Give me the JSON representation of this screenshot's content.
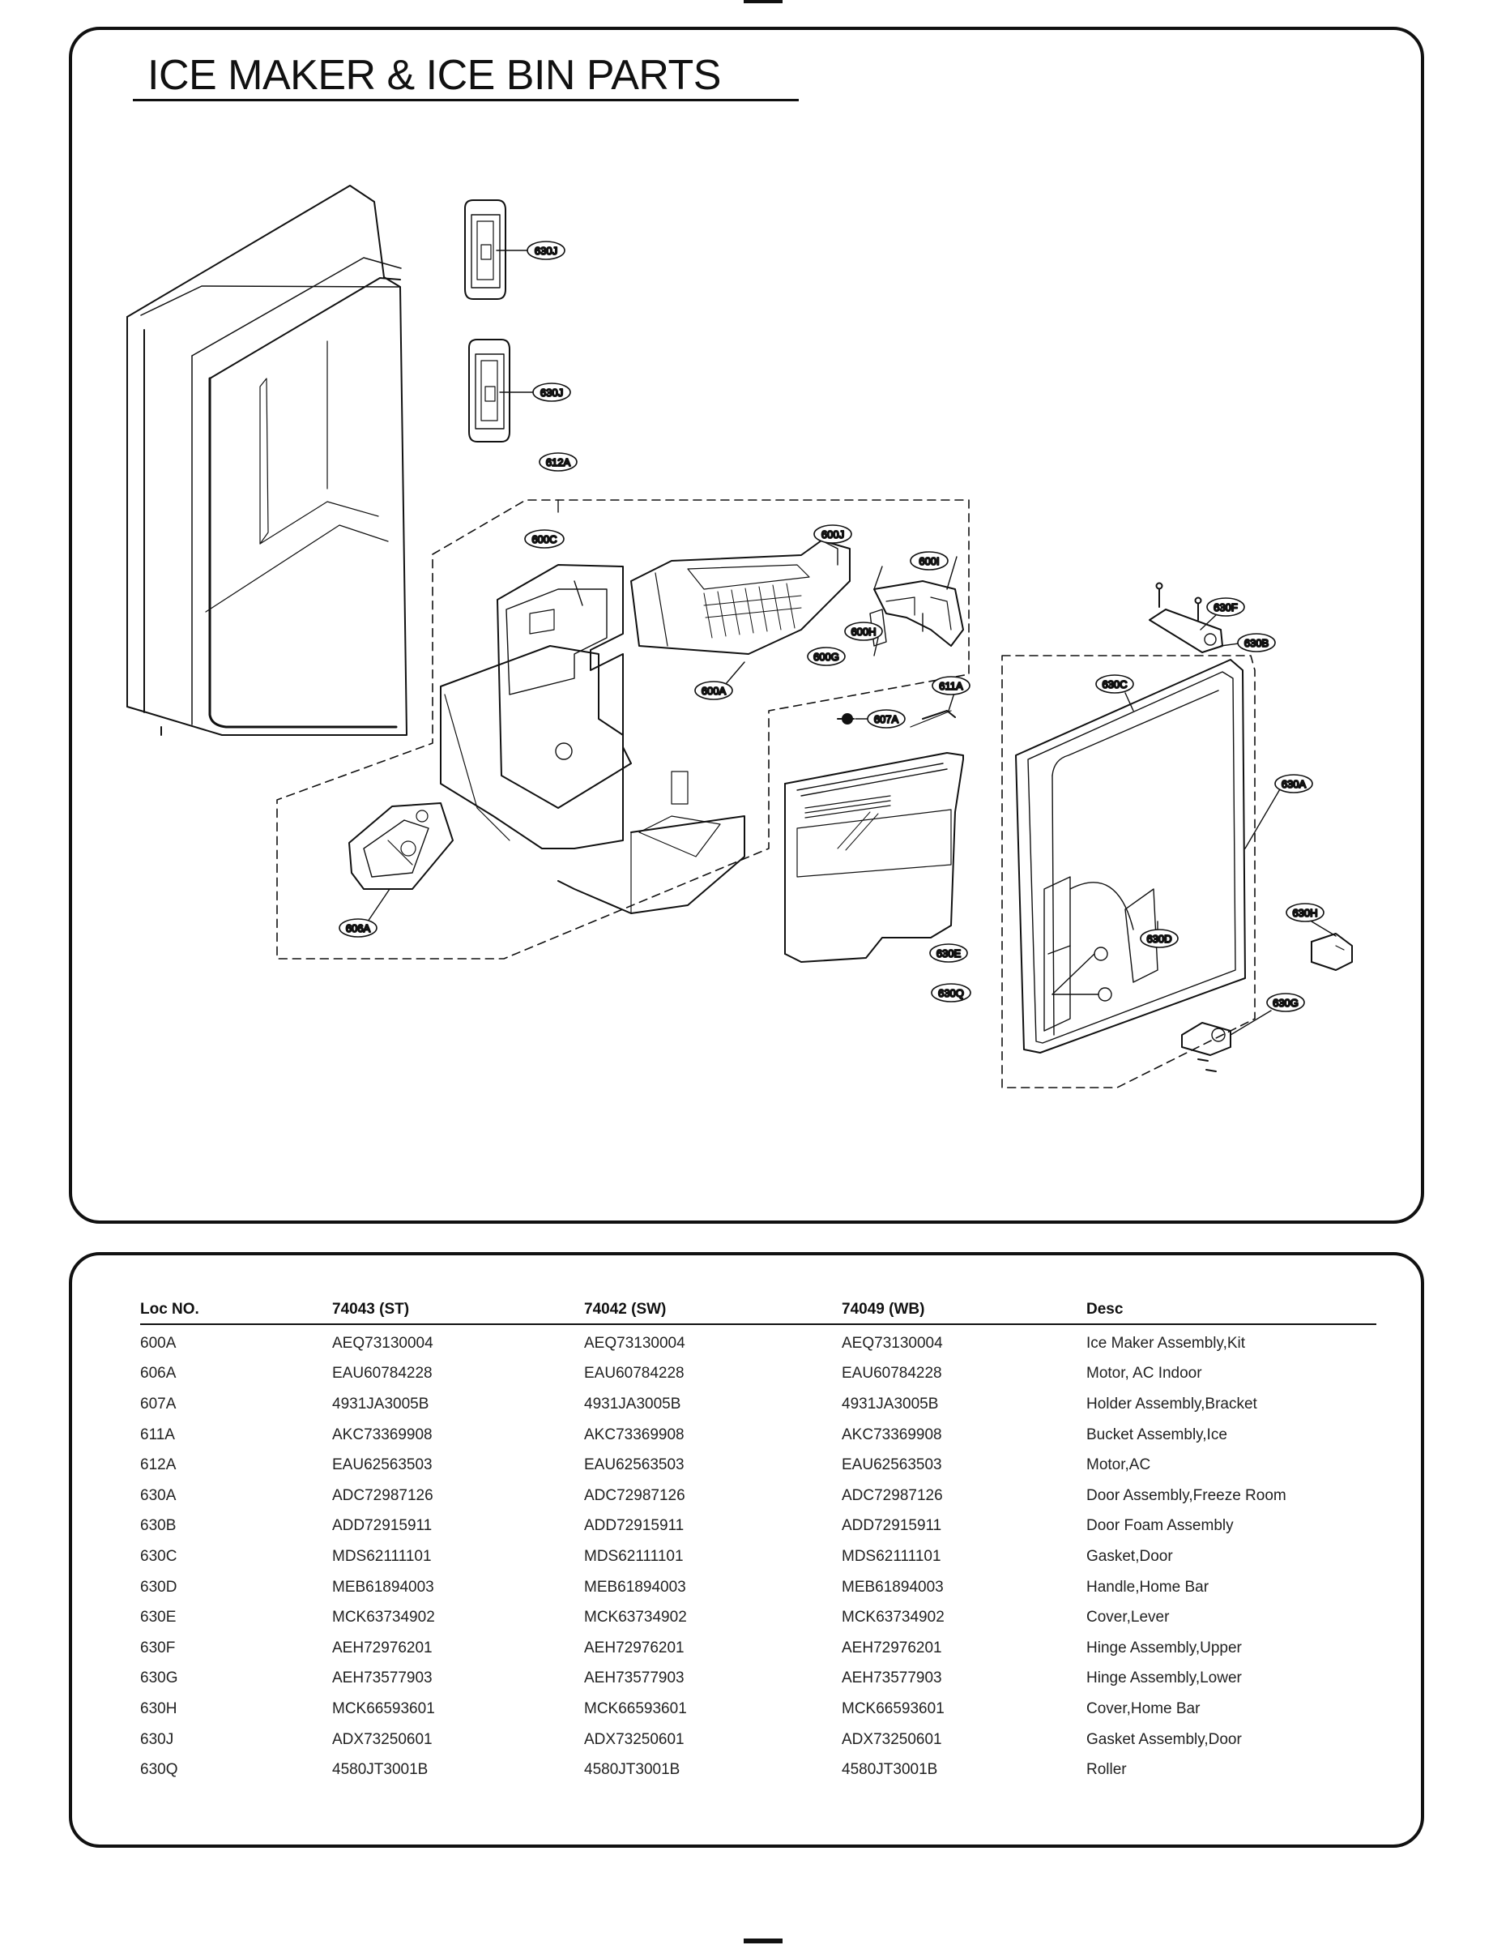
{
  "title": "ICE MAKER & ICE BIN PARTS",
  "callouts": [
    "630J",
    "630J",
    "612A",
    "600C",
    "600J",
    "600I",
    "600H",
    "600G",
    "600A",
    "611A",
    "607A",
    "606A",
    "630F",
    "630B",
    "630C",
    "630A",
    "630H",
    "630D",
    "630E",
    "630Q",
    "630G"
  ],
  "table": {
    "headers": [
      "Loc NO.",
      "74043 (ST)",
      "74042 (SW)",
      "74049 (WB)",
      "Desc"
    ],
    "rows": [
      [
        "600A",
        "AEQ73130004",
        "AEQ73130004",
        "AEQ73130004",
        "Ice Maker Assembly,Kit"
      ],
      [
        "606A",
        "EAU60784228",
        "EAU60784228",
        "EAU60784228",
        "Motor, AC Indoor"
      ],
      [
        "607A",
        "4931JA3005B",
        "4931JA3005B",
        "4931JA3005B",
        "Holder Assembly,Bracket"
      ],
      [
        "611A",
        "AKC73369908",
        "AKC73369908",
        "AKC73369908",
        "Bucket Assembly,Ice"
      ],
      [
        "612A",
        "EAU62563503",
        "EAU62563503",
        "EAU62563503",
        "Motor,AC"
      ],
      [
        "630A",
        "ADC72987126",
        "ADC72987126",
        "ADC72987126",
        "Door Assembly,Freeze Room"
      ],
      [
        "630B",
        "ADD72915911",
        "ADD72915911",
        "ADD72915911",
        "Door Foam Assembly"
      ],
      [
        "630C",
        "MDS62111101",
        "MDS62111101",
        "MDS62111101",
        "Gasket,Door"
      ],
      [
        "630D",
        "MEB61894003",
        "MEB61894003",
        "MEB61894003",
        "Handle,Home Bar"
      ],
      [
        "630E",
        "MCK63734902",
        "MCK63734902",
        "MCK63734902",
        "Cover,Lever"
      ],
      [
        "630F",
        "AEH72976201",
        "AEH72976201",
        "AEH72976201",
        "Hinge Assembly,Upper"
      ],
      [
        "630G",
        "AEH73577903",
        "AEH73577903",
        "AEH73577903",
        "Hinge Assembly,Lower"
      ],
      [
        "630H",
        "MCK66593601",
        "MCK66593601",
        "MCK66593601",
        "Cover,Home Bar"
      ],
      [
        "630J",
        "ADX73250601",
        "ADX73250601",
        "ADX73250601",
        "Gasket Assembly,Door"
      ],
      [
        "630Q",
        "4580JT3001B",
        "4580JT3001B",
        "4580JT3001B",
        "Roller"
      ]
    ]
  }
}
